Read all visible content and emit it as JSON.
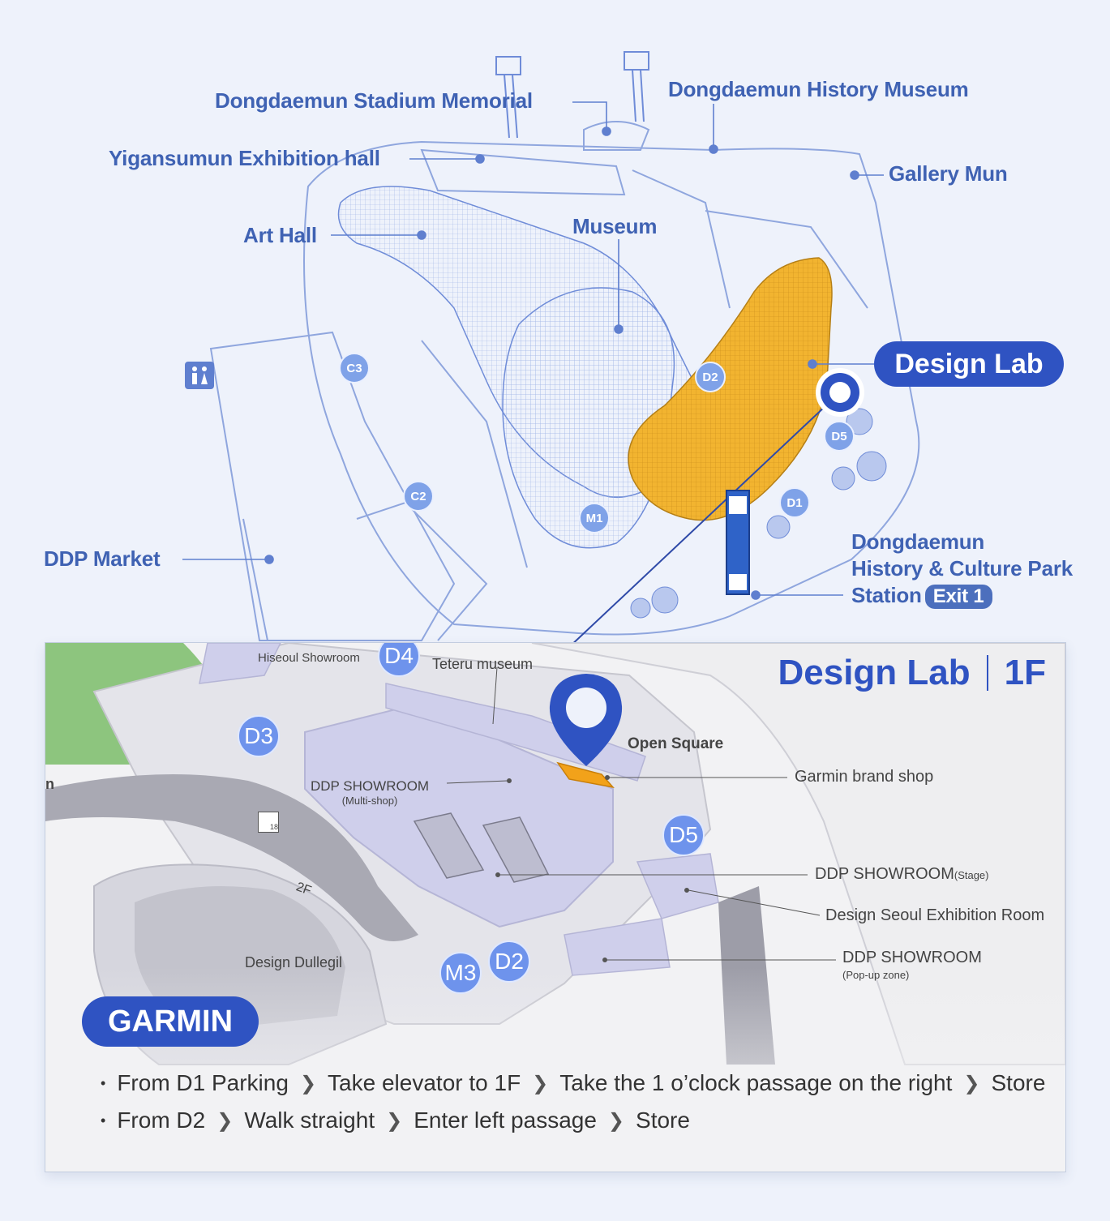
{
  "overview": {
    "labels": {
      "stadium_memorial": "Dongdaemun Stadium Memorial",
      "history_museum": "Dongdaemun History Museum",
      "yigansumun": "Yigansumun Exhibition hall",
      "gallery_mun": "Gallery Mun",
      "art_hall": "Art Hall",
      "museum": "Museum",
      "ddp_market": "DDP Market",
      "station_line1": "Dongdaemun",
      "station_line2": "History & Culture Park",
      "station_line3": "Station",
      "exit": "Exit 1"
    },
    "highlight": "Design Lab",
    "gates": [
      "C3",
      "C2",
      "D2",
      "D5",
      "D1",
      "M1"
    ],
    "icons": [
      "restroom-icon",
      "location-pin-icon",
      "subway-sign-icon"
    ],
    "colors": {
      "accent": "#2f53c2",
      "highlight": "#f2b430",
      "line": "#5f7fcf"
    }
  },
  "floor_map": {
    "title": "Design Lab",
    "floor": "1F",
    "labels": {
      "hiseoul": "Hiseoul Showroom",
      "teteru": "Teteru museum",
      "open_square": "Open Square",
      "ddp_showroom": "DDP SHOWROOM",
      "multishop": "(Multi-shop)",
      "garmin_shop": "Garmin brand shop",
      "stage_main": "DDP SHOWROOM",
      "stage_sub": "(Stage)",
      "design_seoul": "Design Seoul Exhibition Room",
      "popup_main": "DDP SHOWROOM",
      "popup_sub": "(Pop-up zone)",
      "dullegil": "Design Dullegil",
      "second_floor": "2F",
      "stairs_num": "18",
      "edge_n": "n"
    },
    "gates": [
      "D4",
      "D3",
      "D5",
      "D2",
      "M3"
    ],
    "brand": "GARMIN"
  },
  "directions": [
    {
      "steps": [
        "From D1 Parking",
        "Take elevator to 1F",
        "Take the 1 o’clock passage on the right",
        "Store"
      ]
    },
    {
      "steps": [
        "From D2",
        "Walk straight",
        "Enter left passage",
        "Store"
      ]
    }
  ]
}
